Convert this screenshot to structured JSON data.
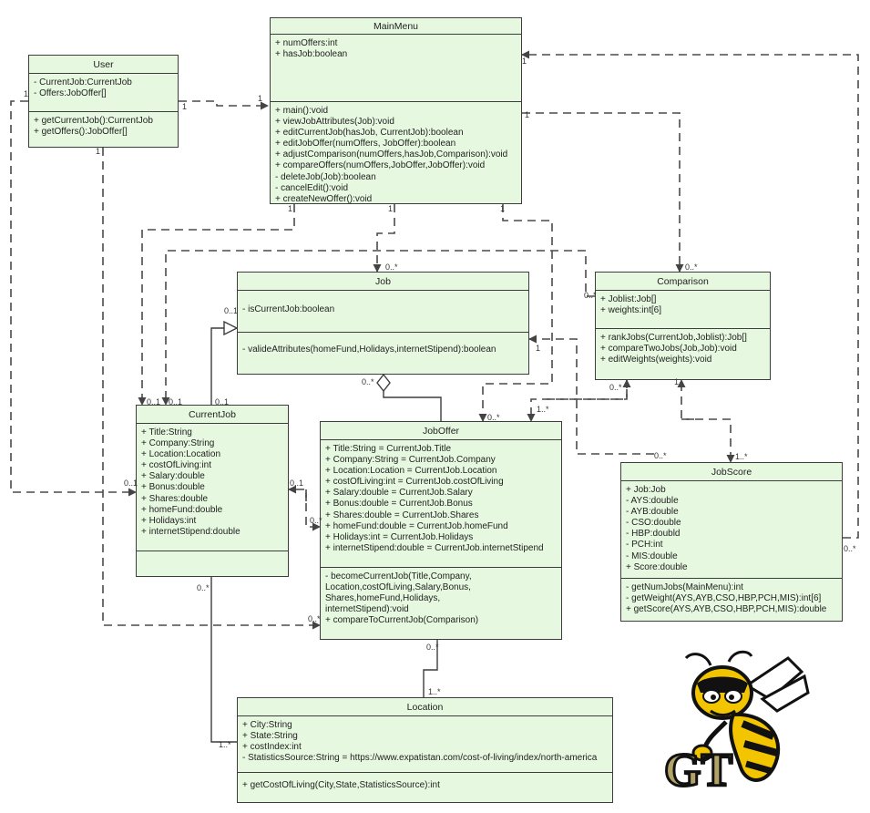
{
  "classes": {
    "mainmenu": {
      "name": "MainMenu",
      "attributes": [
        "+ numOffers:int",
        "+ hasJob:boolean"
      ],
      "methods": [
        "+ main():void",
        "+ viewJobAttributes(Job):void",
        "+ editCurrentJob(hasJob, CurrentJob):boolean",
        "+ editJobOffer(numOffers, JobOffer):boolean",
        "+ adjustComparison(numOffers,hasJob,Comparison):void",
        "+ compareOffers(numOffers,JobOffer,JobOffer):void",
        "- deleteJob(Job):boolean",
        "- cancelEdit():void",
        "+ createNewOffer():void"
      ]
    },
    "user": {
      "name": "User",
      "attributes": [
        "- CurrentJob:CurrentJob",
        "- Offers:JobOffer[]"
      ],
      "methods": [
        "+ getCurrentJob():CurrentJob",
        "+ getOffers():JobOffer[]"
      ]
    },
    "job": {
      "name": "Job",
      "attributes": [
        "- isCurrentJob:boolean"
      ],
      "methods": [
        "- valideAttributes(homeFund,Holidays,internetStipend):boolean"
      ]
    },
    "comparison": {
      "name": "Comparison",
      "attributes": [
        "+ Joblist:Job[]",
        "+ weights:int[6]"
      ],
      "methods": [
        "+ rankJobs(CurrentJob,Joblist):Job[]",
        "+ compareTwoJobs(Job,Job):void",
        "+ editWeights(weights):void"
      ]
    },
    "currentjob": {
      "name": "CurrentJob",
      "attributes": [
        "+ Title:String",
        "+ Company:String",
        "+ Location:Location",
        "+ costOfLiving:int",
        "+ Salary:double",
        "+ Bonus:double",
        "+ Shares:double",
        "+ homeFund:double",
        "+ Holidays:int",
        "+ internetStipend:double"
      ],
      "methods": []
    },
    "joboffer": {
      "name": "JobOffer",
      "attributes": [
        "+ Title:String = CurrentJob.Title",
        "+ Company:String = CurrentJob.Company",
        "+ Location:Location = CurrentJob.Location",
        "+ costOfLiving:int = CurrentJob.costOfLiving",
        "+ Salary:double = CurrentJob.Salary",
        "+ Bonus:double = CurrentJob.Bonus",
        "+ Shares:double = CurrentJob.Shares",
        "+ homeFund:double = CurrentJob.homeFund",
        "+ Holidays:int = CurrentJob.Holidays",
        "+ internetStipend:double = CurrentJob.internetStipend"
      ],
      "methods": [
        "- becomeCurrentJob(Title,Company,",
        "Location,costOfLiving,Salary,Bonus,",
        "Shares,homeFund,Holidays,",
        "internetStipend):void",
        "+ compareToCurrentJob(Comparison)"
      ]
    },
    "jobscore": {
      "name": "JobScore",
      "attributes": [
        "+ Job:Job",
        "- AYS:double",
        "- AYB:double",
        "- CSO:double",
        "- HBP:doubld",
        "- PCH:int",
        "- MIS:double",
        "+ Score:double"
      ],
      "methods": [
        "- getNumJobs(MainMenu):int",
        "- getWeight(AYS,AYB,CSO,HBP,PCH,MIS):int[6]",
        "+ getScore(AYS,AYB,CSO,HBP,PCH,MIS):double"
      ]
    },
    "location": {
      "name": "Location",
      "attributes": [
        "+ City:String",
        "+ State:String",
        "+ costIndex:int",
        "- StatisticsSource:String = https://www.expatistan.com/cost-of-living/index/north-america"
      ],
      "methods": [
        "+ getCostOfLiving(City,State,StatisticsSource):int"
      ]
    }
  },
  "multiplicities": {
    "m1": "1",
    "m2": "1",
    "m3": "1",
    "m4": "1",
    "m5": "1",
    "m6": "1",
    "m7": "1",
    "m8": "1",
    "m9": "1",
    "m10": "1",
    "m11": "1",
    "m12": "0..*",
    "m13": "0..*",
    "m14": "0..*",
    "m15": "0..1",
    "m16": "0..1",
    "m17": "0..1",
    "m18": "0..*",
    "m19": "0..*",
    "m20": "1..*",
    "m21": "0..*",
    "m22": "0..1",
    "m23": "0..1",
    "m24": "0..*",
    "m25": "0..*",
    "m26": "1..*",
    "m27": "0..1",
    "m28": "1..*",
    "m29": "0..*",
    "m30": "1..*",
    "m31": "0..*",
    "m32": "0..*",
    "m33": "0..*"
  },
  "logo": {
    "description_icon": "yellow-jacket-mascot-icon",
    "lettering": "GT",
    "colors": {
      "gold": "#b3a369",
      "black": "#111111",
      "yellow": "#f2c500"
    }
  },
  "colors": {
    "class_fill": "#e6f8df",
    "border": "#3d3d3d",
    "line": "#4a4a4a"
  }
}
